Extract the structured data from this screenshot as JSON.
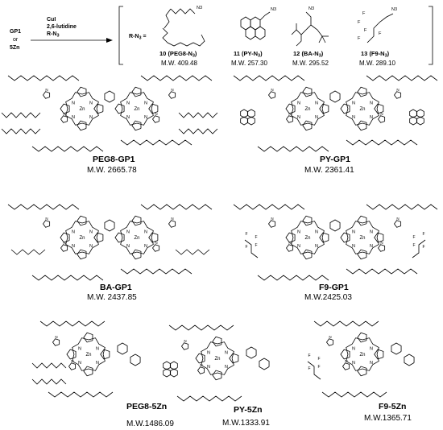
{
  "scheme": {
    "reactant_line1": "GP1",
    "reactant_or": "or",
    "reactant_line2": "5Zn",
    "reagent1": "CuI",
    "reagent2": "2,6-lutidine",
    "reagent3": "R-N",
    "reagent3_sub": "3",
    "bracket_label": "R-N",
    "bracket_label_sub": "3",
    "equals": "="
  },
  "reagents": [
    {
      "number": "10",
      "label": "(PEG8-N",
      "sub": "3",
      "close": ")",
      "mw": "M.W. 409.48"
    },
    {
      "number": "11",
      "label": "(PY-N",
      "sub": "3",
      "close": ")",
      "mw": "M.W. 257.30"
    },
    {
      "number": "12",
      "label": "(BA-N",
      "sub": "3",
      "close": ")",
      "mw": "M.W. 295.52"
    },
    {
      "number": "13",
      "label": "(F9-N",
      "sub": "3",
      "close": ")",
      "mw": "M.W. 289.10"
    }
  ],
  "atom_labels": {
    "azide": "N3",
    "nitrogen": "N",
    "zinc": "Zn",
    "fluorine": "F",
    "oxygen": "O"
  },
  "products": [
    {
      "name": "PEG8-GP1",
      "mw": "M.W. 2665.78"
    },
    {
      "name": "PY-GP1",
      "mw": "M.W.  2361.41"
    },
    {
      "name": "BA-GP1",
      "mw": "M.W. 2437.85"
    },
    {
      "name": "F9-GP1",
      "mw": "M.W.2425.03"
    },
    {
      "name": "PEG8-5Zn",
      "mw": "M.W.1486.09"
    },
    {
      "name": "PY-5Zn",
      "mw": "M.W.1333.91"
    },
    {
      "name": "F9-5Zn",
      "mw": "M.W.1365.71"
    }
  ]
}
